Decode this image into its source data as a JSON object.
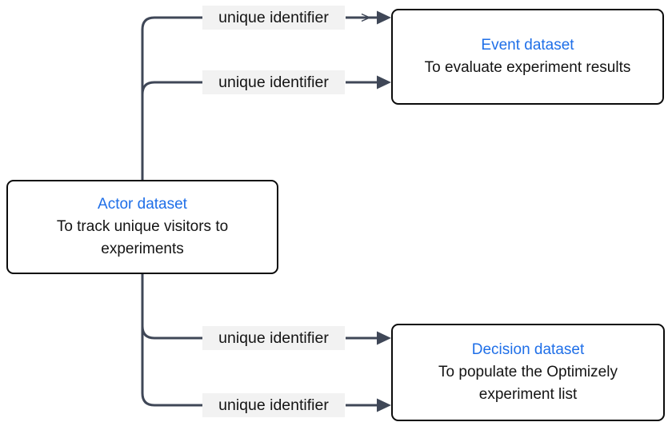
{
  "diagram": {
    "nodes": {
      "actor": {
        "title": "Actor dataset",
        "description": "To track unique visitors to experiments"
      },
      "event": {
        "title": "Event dataset",
        "description": "To evaluate experiment results"
      },
      "decision": {
        "title": "Decision dataset",
        "description": "To populate the Optimizely experiment list"
      }
    },
    "edge_labels": [
      "unique identifier",
      "unique identifier",
      "unique identifier",
      "unique identifier"
    ],
    "colors": {
      "node_title": "#1f6fe8",
      "node_border": "#0b0b0b",
      "body_text": "#141414",
      "connector": "#3f4757",
      "edge_label_background": "#f2f2f2",
      "page_background": "#ffffff"
    }
  }
}
